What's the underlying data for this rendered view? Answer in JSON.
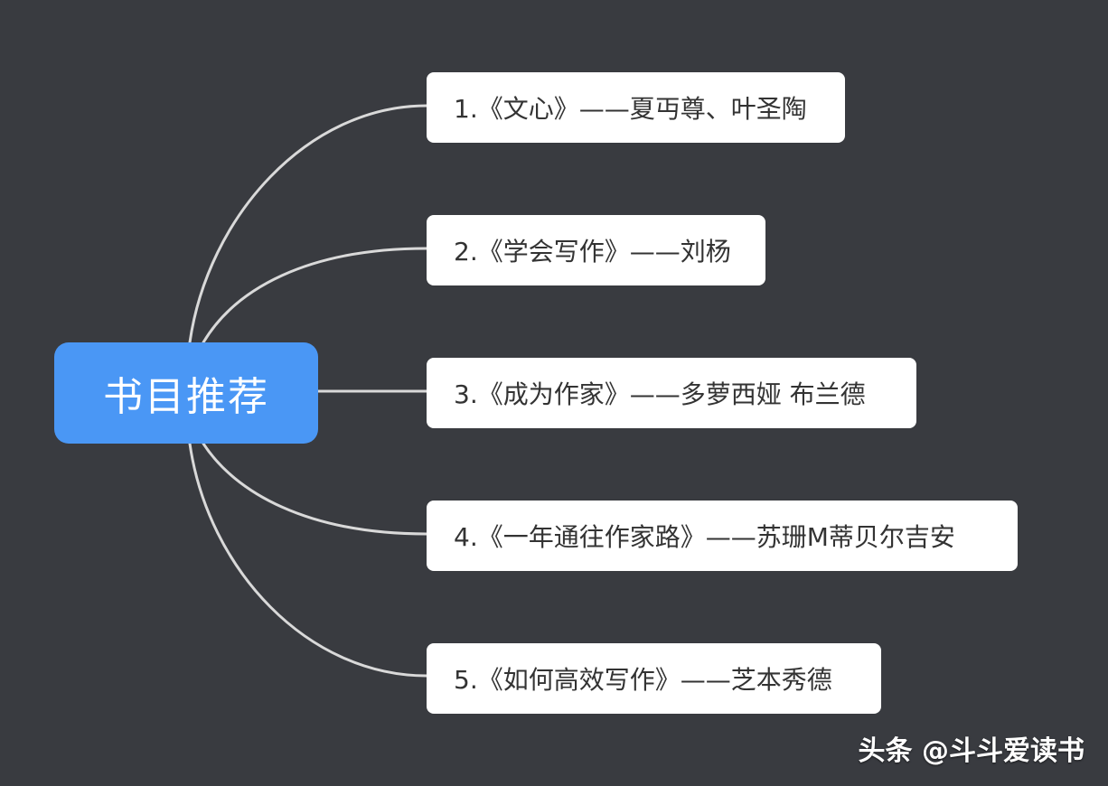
{
  "root": {
    "label": "书目推荐",
    "color": "#4a97f5"
  },
  "branches": [
    {
      "label": "1.《文心》——夏丏尊、叶圣陶"
    },
    {
      "label": "2.《学会写作》——刘杨"
    },
    {
      "label": "3.《成为作家》——多萝西娅 布兰德"
    },
    {
      "label": "4.《一年通往作家路》——苏珊M蒂贝尔吉安"
    },
    {
      "label": "5.《如何高效写作》——芝本秀德"
    }
  ],
  "watermark": "头条 @斗斗爱读书",
  "colors": {
    "background": "#393b40",
    "connector": "#d9d9d9",
    "branch_fill": "#ffffff",
    "branch_text": "#333333"
  }
}
